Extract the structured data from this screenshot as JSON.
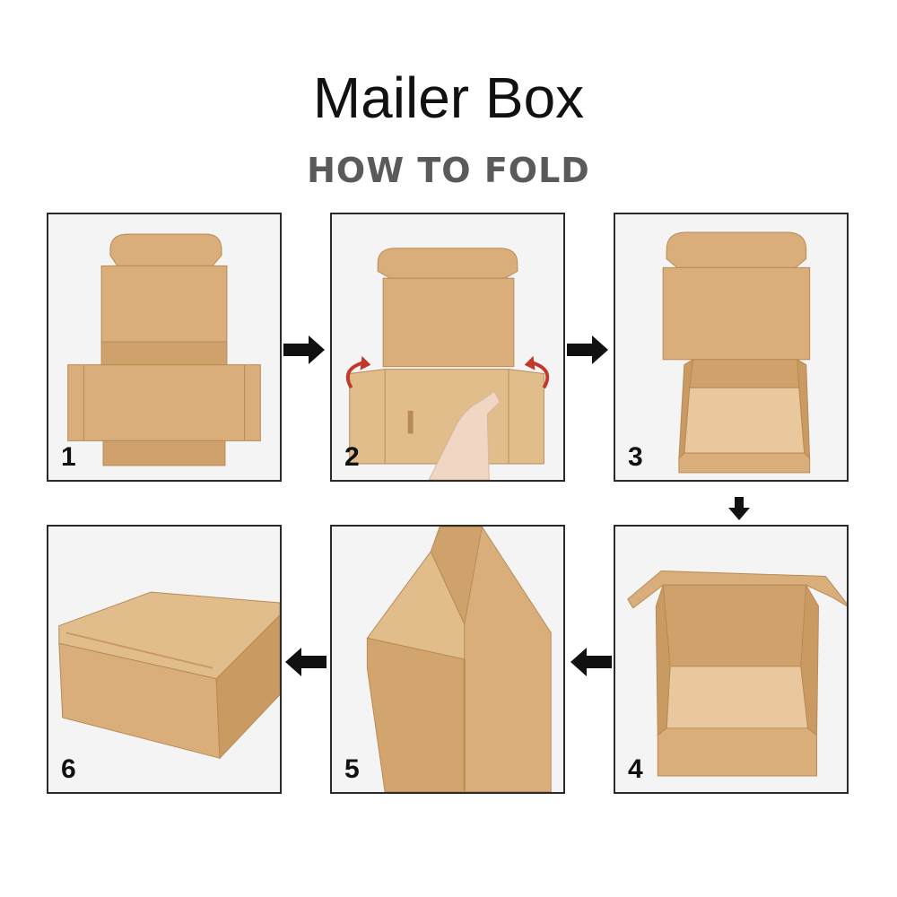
{
  "title": "Mailer Box",
  "subtitle": "HOW TO FOLD",
  "steps": [
    {
      "number": "1"
    },
    {
      "number": "2"
    },
    {
      "number": "3"
    },
    {
      "number": "4"
    },
    {
      "number": "5"
    },
    {
      "number": "6"
    }
  ],
  "colors": {
    "cardboard": "#d9ae7a",
    "cardboard_dark": "#c99a62",
    "cardboard_light": "#e6c295",
    "fold_arrow": "#c0392b",
    "panel_bg": "#f4f4f4",
    "border": "#2a2a2a"
  }
}
